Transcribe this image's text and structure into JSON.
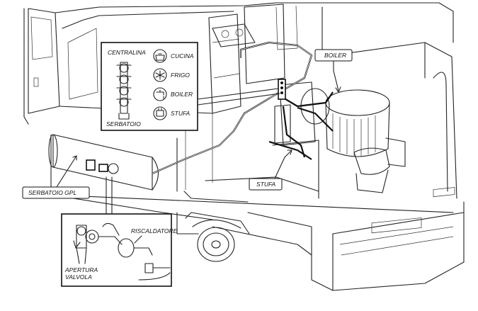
{
  "labels": {
    "centralina": "CENTRALINA",
    "serbatoio_small": "SERBATOIO",
    "cucina": "CUCINA",
    "frigo": "FRIGO",
    "boiler_legend": "BOILER",
    "stufa_legend": "STUFA",
    "boiler": "BOILER",
    "stufa": "STUFA",
    "serbatoio_gpl": "SERBATOIO GPL",
    "riscaldatore": "RISCALDATORE",
    "apertura": "APERTURA",
    "valvola": "VALVOLA"
  },
  "icons": {
    "cucina": "pot-icon",
    "frigo": "snowflake-icon",
    "boiler": "faucet-icon",
    "stufa": "heater-icon"
  }
}
